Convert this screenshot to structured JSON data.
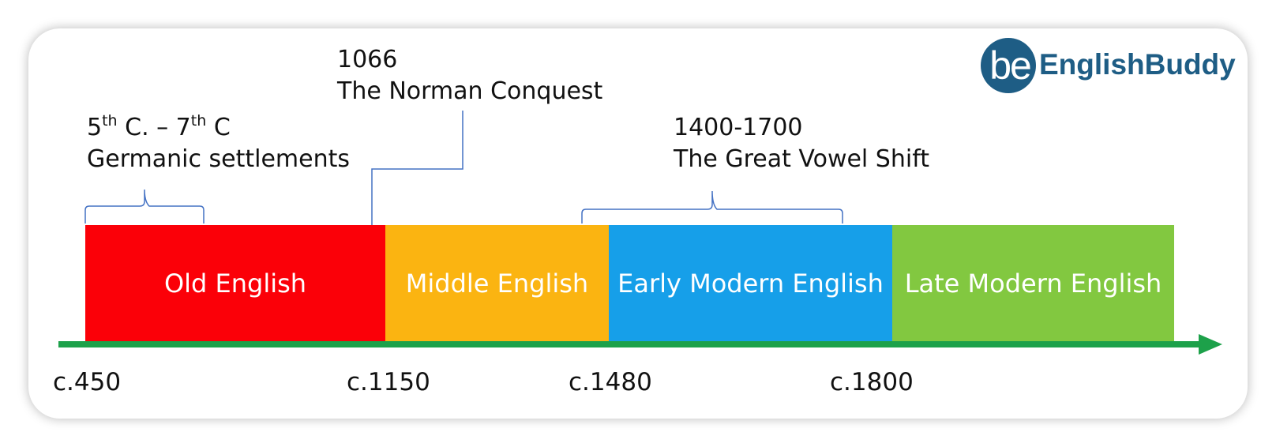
{
  "brand": {
    "mark": "be",
    "name": "EnglishBuddy",
    "color": "#1e5d85"
  },
  "annotations": {
    "settlements": {
      "ord1": "5",
      "sup1": "th",
      "mid": " C. – 7",
      "sup2": "th",
      "end": " C",
      "label": "Germanic settlements"
    },
    "conquest": {
      "year": "1066",
      "label": "The Norman Conquest"
    },
    "vowel_shift": {
      "years": "1400-1700",
      "label": "The Great Vowel Shift"
    }
  },
  "periods": [
    {
      "label": "Old English",
      "color": "#fb0008"
    },
    {
      "label": "Middle English",
      "color": "#fbb411"
    },
    {
      "label": "Early Modern English",
      "color": "#169fe9"
    },
    {
      "label": "Late Modern English",
      "color": "#82c840"
    }
  ],
  "ticks": [
    "c.450",
    "c.1150",
    "c.1480",
    "c.1800"
  ],
  "colors": {
    "timeline_arrow": "#1da14a",
    "connector": "#4472c4"
  }
}
